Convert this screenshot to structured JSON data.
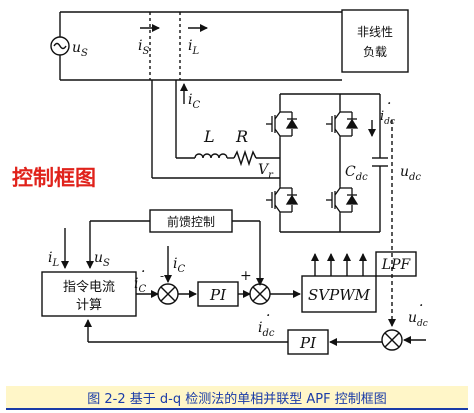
{
  "title_overlay": "控制框图",
  "caption": "图 2-2  基于 d-q 检测法的单相并联型 APF 控制框图",
  "labels": {
    "source": "u",
    "source_sub": "S",
    "i_s": "i",
    "i_s_sub": "S",
    "i_L": "i",
    "i_L_sub": "L",
    "nonlinear_load_line1": "非线性",
    "nonlinear_load_line2": "负载",
    "i_c": "i",
    "i_c_sub": "C",
    "L": "L",
    "R": "R",
    "V": "V",
    "V_sub": "r",
    "C_dc": "C",
    "C_dc_sub": "dc",
    "u_dc": "u",
    "u_dc_sub": "dc",
    "i_dc_top": "i",
    "i_dc_top_sub": "dc",
    "feedforward": "前馈控制",
    "in_iL": "i",
    "in_iL_sub": "L",
    "in_us": "u",
    "in_us_sub": "S",
    "cmd_block_line1": "指令电流",
    "cmd_block_line2": "计算",
    "ic_ref": "i",
    "ic_ref_sub": "C",
    "ic_fb": "i",
    "ic_fb_sub": "C",
    "pi1": "PI",
    "plus": "+",
    "svpwm": "SVPWM",
    "lpf": "LPF",
    "udc_ref": "u",
    "udc_ref_sub": "dc",
    "pi2": "PI",
    "i_dc_bottom": "i",
    "i_dc_bottom_sub": "dc"
  },
  "colors": {
    "line": "#111111",
    "title_red": "#e0221b",
    "caption_blue": "#1a3ba8",
    "caption_bg": "#fff6c8"
  }
}
